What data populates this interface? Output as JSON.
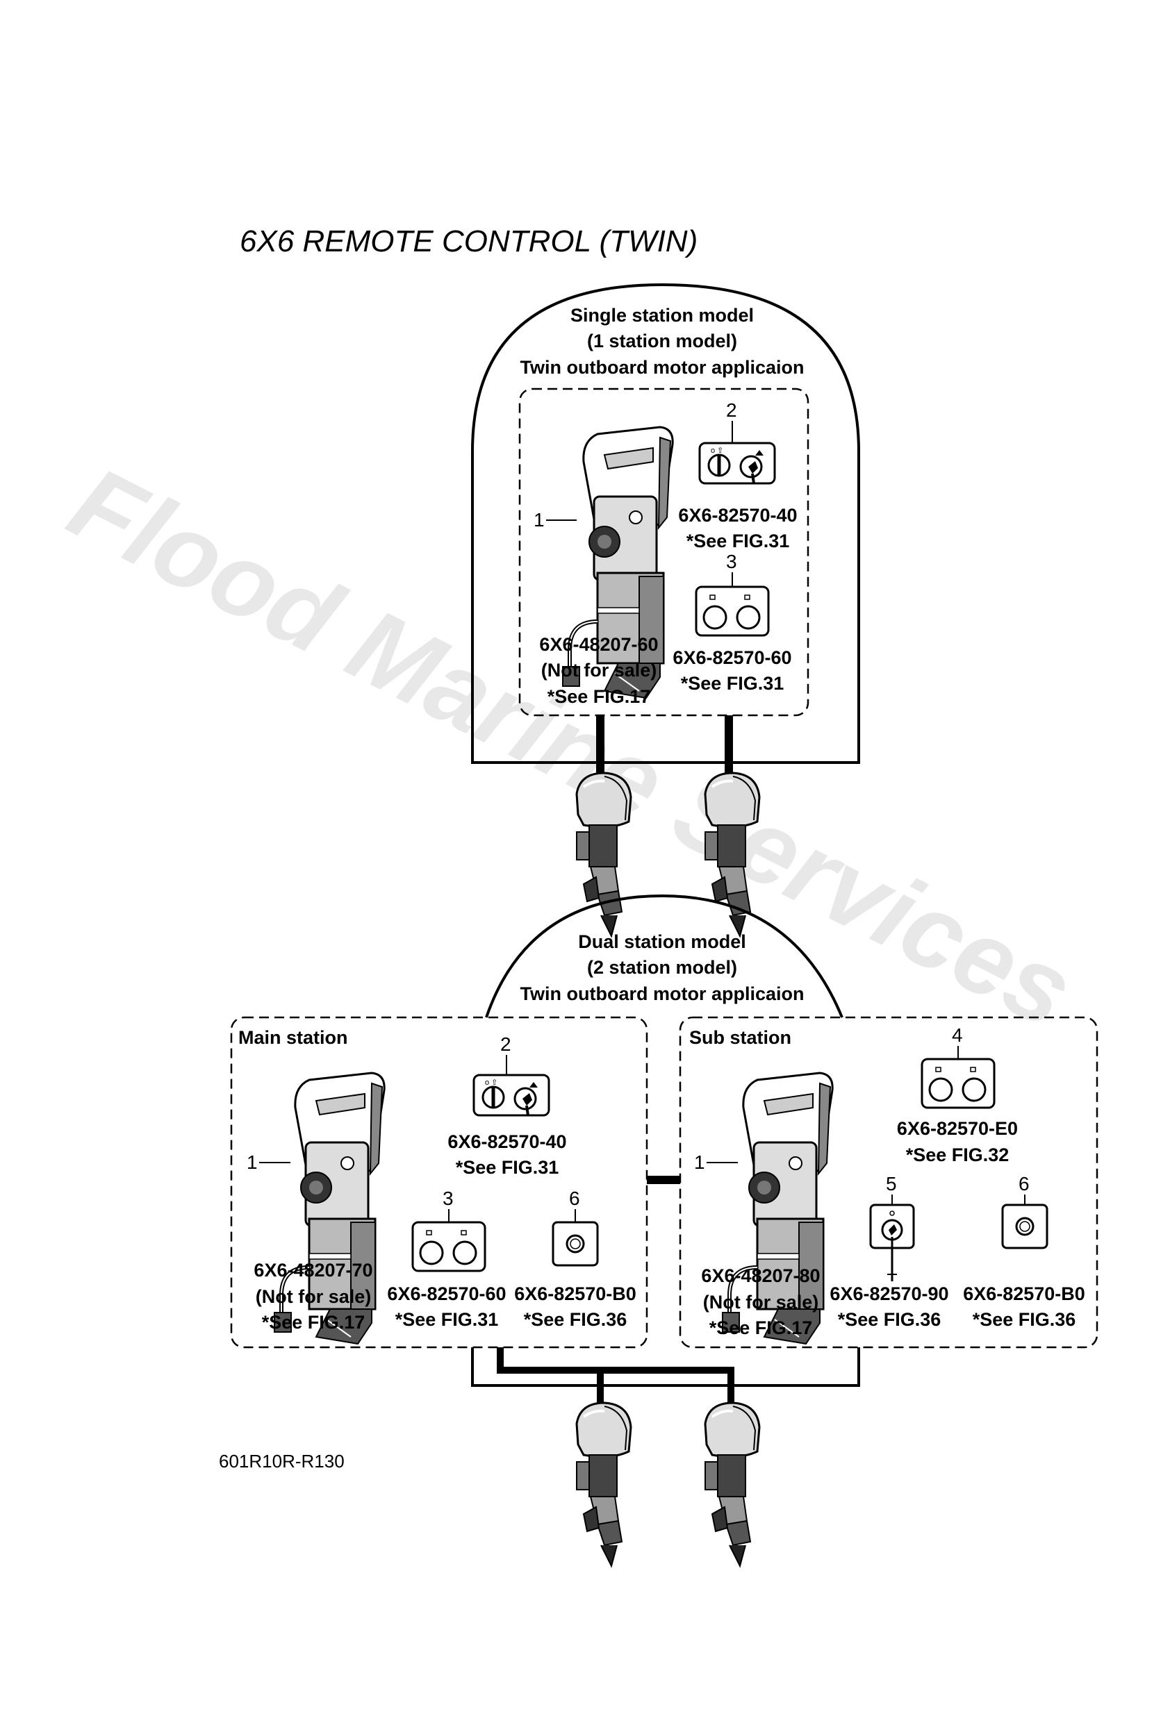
{
  "title": "6X6 REMOTE CONTROL (TWIN)",
  "watermark": "Flood Marine Services",
  "drawing_ref": "601R10R-R130",
  "single_station": {
    "heading": [
      "Single station model",
      "(1 station model)",
      "Twin outboard motor applicaion"
    ],
    "items": [
      {
        "num": "1",
        "lines": [
          "6X6-48207-60",
          "(Not for sale)",
          "*See FIG.17"
        ]
      },
      {
        "num": "2",
        "lines": [
          "6X6-82570-40",
          "*See FIG.31"
        ]
      },
      {
        "num": "3",
        "lines": [
          "6X6-82570-60",
          "*See FIG.31"
        ]
      }
    ]
  },
  "dual_station": {
    "heading": [
      "Dual station model",
      "(2 station model)",
      "Twin outboard motor applicaion"
    ],
    "main": {
      "label": "Main station",
      "items": [
        {
          "num": "1",
          "lines": [
            "6X6-48207-70",
            "(Not for sale)",
            "*See FIG.17"
          ]
        },
        {
          "num": "2",
          "lines": [
            "6X6-82570-40",
            "*See FIG.31"
          ]
        },
        {
          "num": "3",
          "lines": [
            "6X6-82570-60",
            "*See FIG.31"
          ]
        },
        {
          "num": "6",
          "lines": [
            "6X6-82570-B0",
            "*See FIG.36"
          ]
        }
      ]
    },
    "sub": {
      "label": "Sub station",
      "items": [
        {
          "num": "1",
          "lines": [
            "6X6-48207-80",
            "(Not for sale)",
            "*See FIG.17"
          ]
        },
        {
          "num": "4",
          "lines": [
            "6X6-82570-E0",
            "*See FIG.32"
          ]
        },
        {
          "num": "5",
          "lines": [
            "6X6-82570-90",
            "*See FIG.36"
          ]
        },
        {
          "num": "6",
          "lines": [
            "6X6-82570-B0",
            "*See FIG.36"
          ]
        }
      ]
    }
  }
}
